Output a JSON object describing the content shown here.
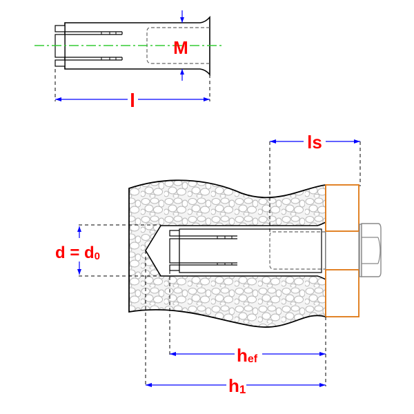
{
  "diagram": {
    "title": "Drop-in anchor dimensions",
    "labels": {
      "thread": "M",
      "length": "l",
      "bolt_length": "ls",
      "hole_diameter": "d = d",
      "hole_diameter_sub": "0",
      "embedment": "h",
      "embedment_sub": "ef",
      "hole_depth": "h",
      "hole_depth_sub": "1"
    },
    "colors": {
      "label": "#ff0000",
      "dimension": "#0000ff",
      "centerline": "#33cc33",
      "fixture": "#e07b1a",
      "concrete": "#bdbdbd"
    }
  }
}
